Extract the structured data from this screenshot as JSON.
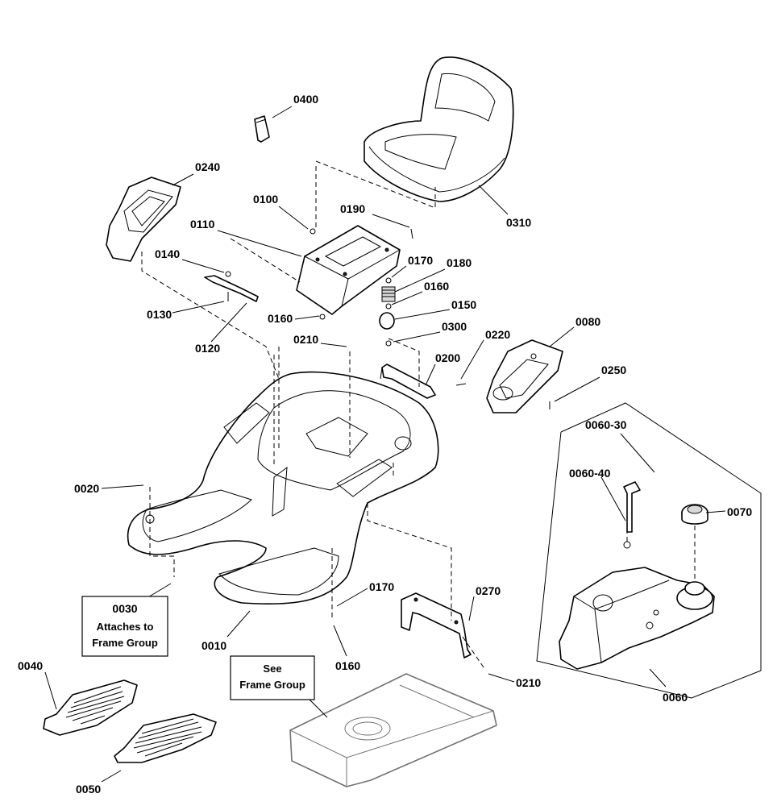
{
  "labels": {
    "p0400": "0400",
    "p0310": "0310",
    "p0240": "0240",
    "p0100": "0100",
    "p0190": "0190",
    "p0110": "0110",
    "p0140": "0140",
    "p0170a": "0170",
    "p0180": "0180",
    "p0160a": "0160",
    "p0150": "0150",
    "p0130": "0130",
    "p0160b": "0160",
    "p0120": "0120",
    "p0210a": "0210",
    "p0300": "0300",
    "p0220": "0220",
    "p0080": "0080",
    "p0200": "0200",
    "p0250": "0250",
    "p0060_30": "0060-30",
    "p0060_40": "0060-40",
    "p0070": "0070",
    "p0020": "0020",
    "p0030": "0030",
    "p0170b": "0170",
    "p0270": "0270",
    "p0010": "0010",
    "p0160c": "0160",
    "p0040": "0040",
    "p0210b": "0210",
    "p0060": "0060",
    "p0050": "0050"
  },
  "notes": {
    "attaches_line1": "Attaches to",
    "attaches_line2": "Frame Group",
    "see_line1": "See",
    "see_line2": "Frame Group"
  }
}
